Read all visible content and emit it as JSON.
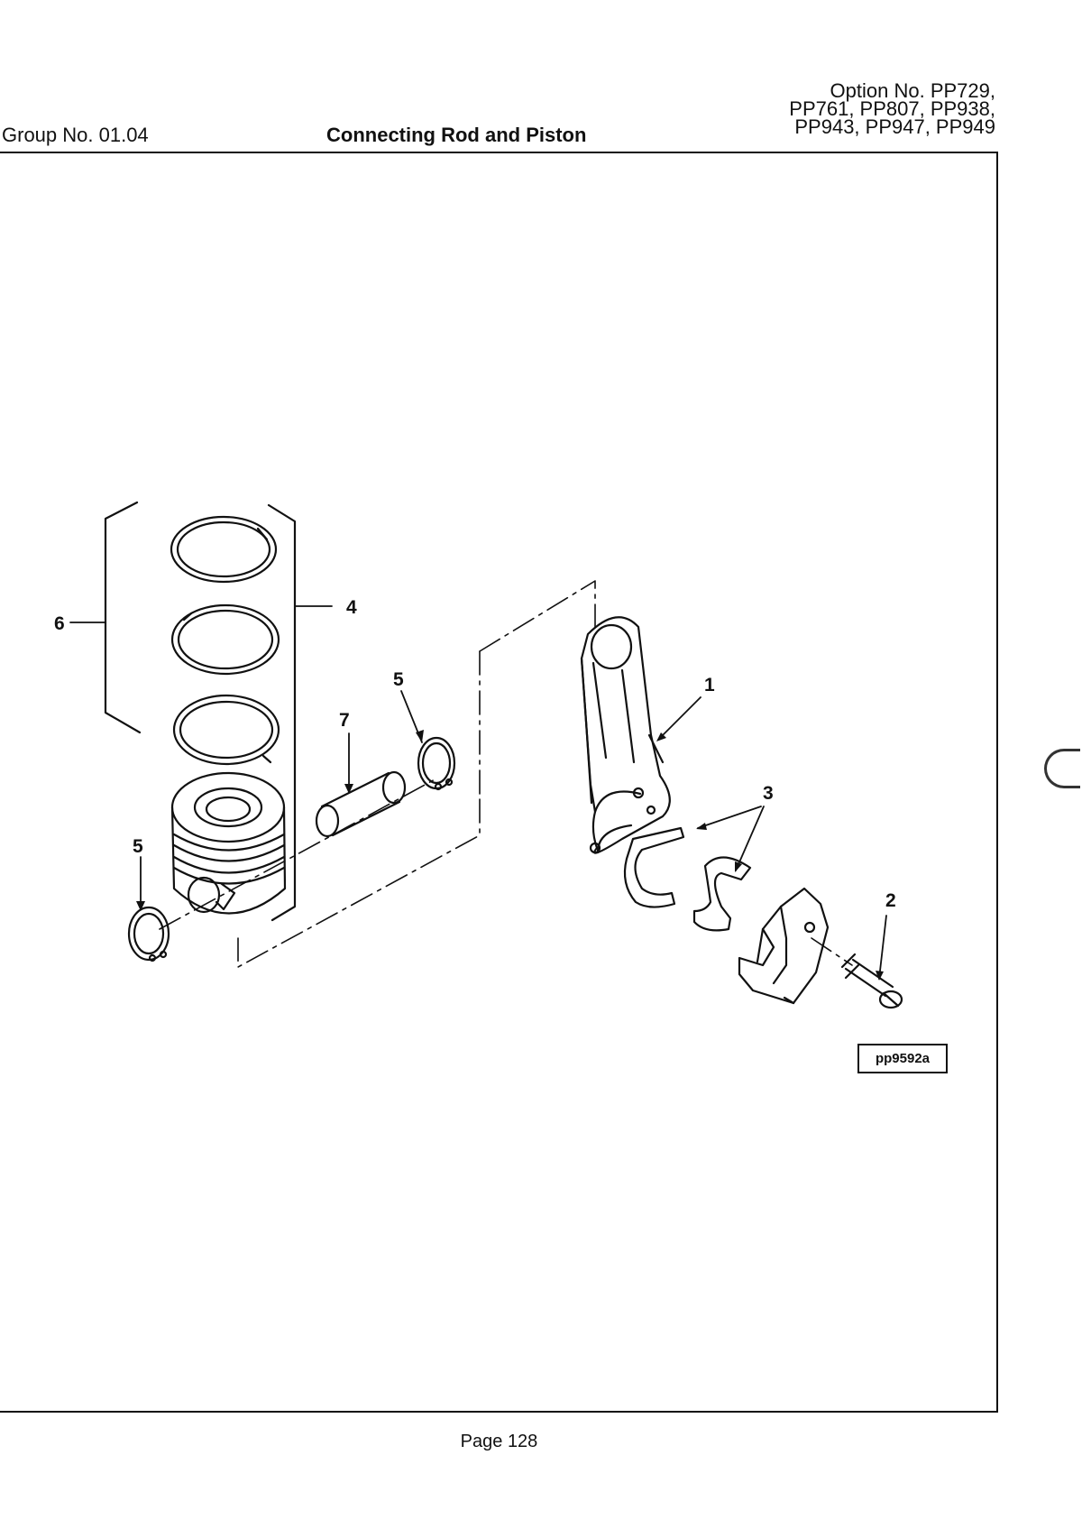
{
  "header": {
    "group": "Group No. 01.04",
    "title": "Connecting Rod and Piston",
    "option_lines": [
      "Option No. PP729,",
      "PP761, PP807, PP938,",
      "PP943, PP947, PP949"
    ]
  },
  "figure": {
    "reference": "pp9592a",
    "callouts": {
      "c1": "1",
      "c2": "2",
      "c3": "3",
      "c4": "4",
      "c5a": "5",
      "c5b": "5",
      "c6": "6",
      "c7": "7"
    }
  },
  "footer": {
    "page": "Page 128"
  }
}
